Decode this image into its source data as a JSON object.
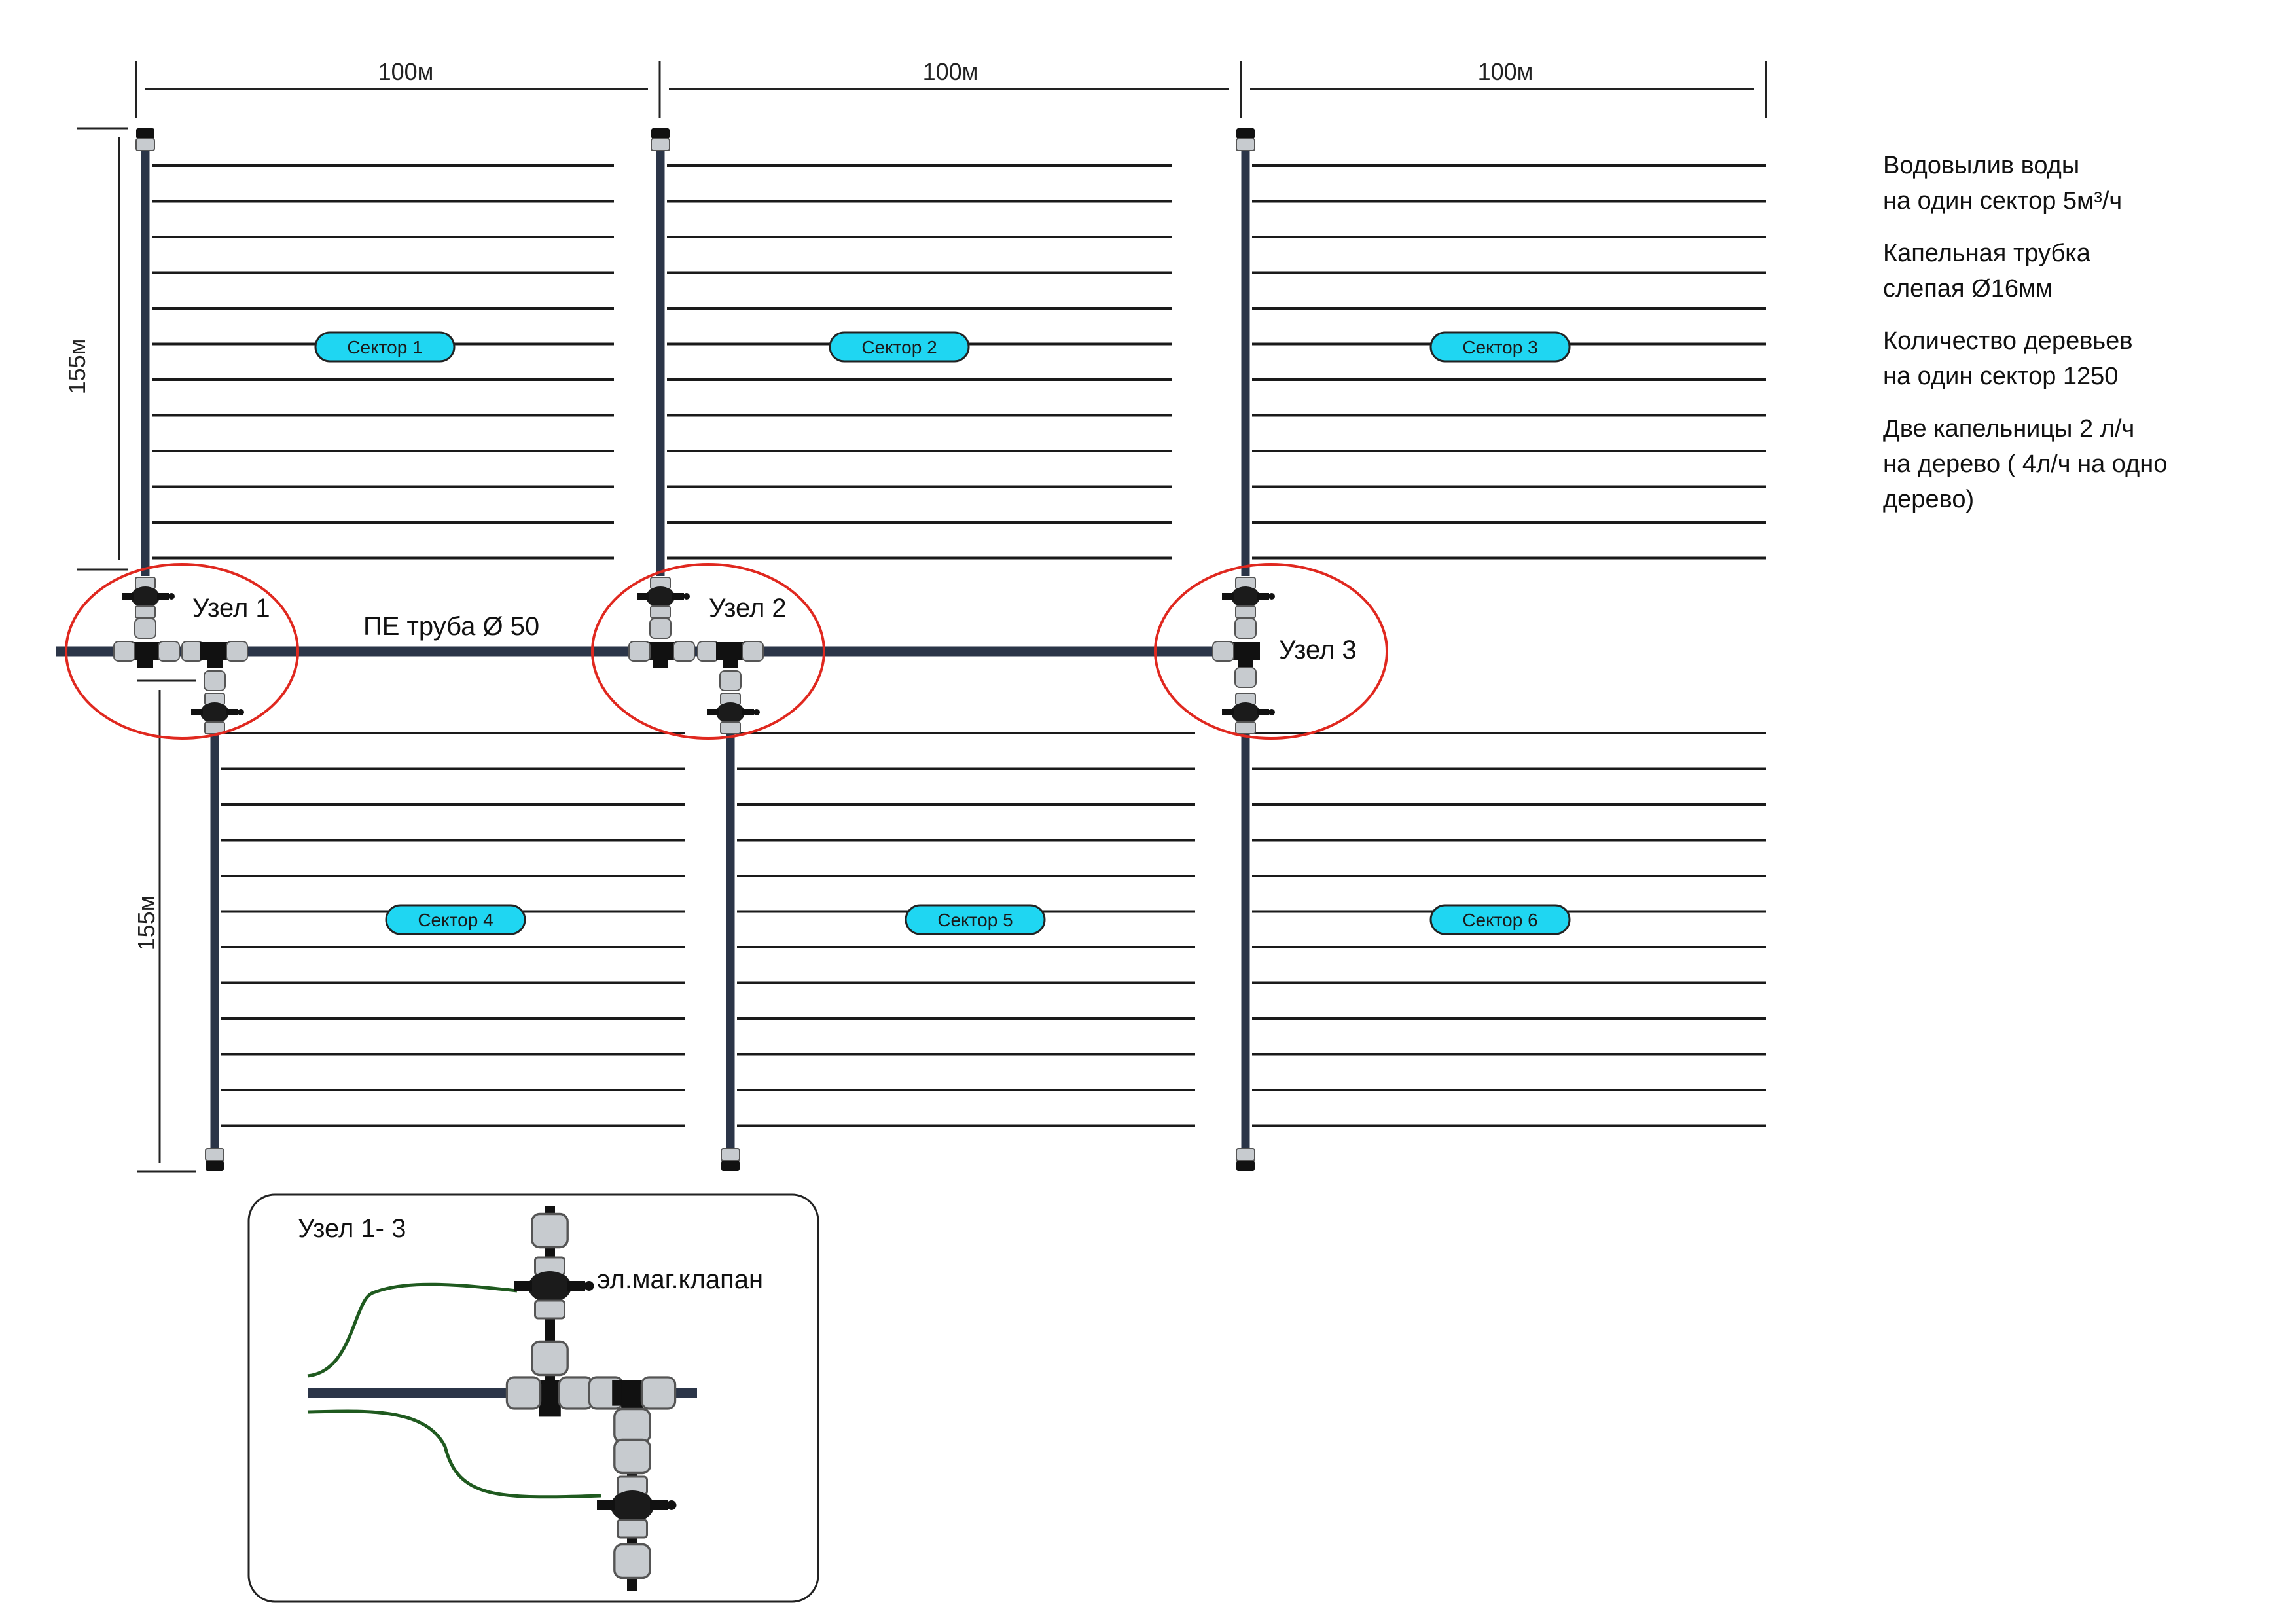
{
  "dimensions": {
    "top": [
      "100м",
      "100м",
      "100м"
    ],
    "left_upper": "155м",
    "left_lower": "155м"
  },
  "sectors": [
    "Сектор 1",
    "Сектор 2",
    "Сектор 3",
    "Сектор 4",
    "Сектор 5",
    "Сектор 6"
  ],
  "nodes": [
    "Узел 1",
    "Узел 2",
    "Узел 3"
  ],
  "main_pipe_label": "ПЕ труба Ø 50",
  "inset": {
    "title": "Узел 1- 3",
    "valve_label": "эл.маг.клапан"
  },
  "info_notes": [
    "Водовылив воды\nна один сектор 5м³/ч",
    "Капельная трубка\nслепая Ø16мм",
    "Количество деревьев\nна один сектор 1250",
    "Две капельницы 2 л/ч\nна дерево ( 4л/ч на одно\nдерево)"
  ],
  "colors": {
    "drip_line": "#1a1a1a",
    "pipe": "#2b3548",
    "sector_badge": "#1fd6f2",
    "node_circle": "#e0281f",
    "control_wire": "#1f5a1f",
    "fitting": "#c7cbcf"
  }
}
